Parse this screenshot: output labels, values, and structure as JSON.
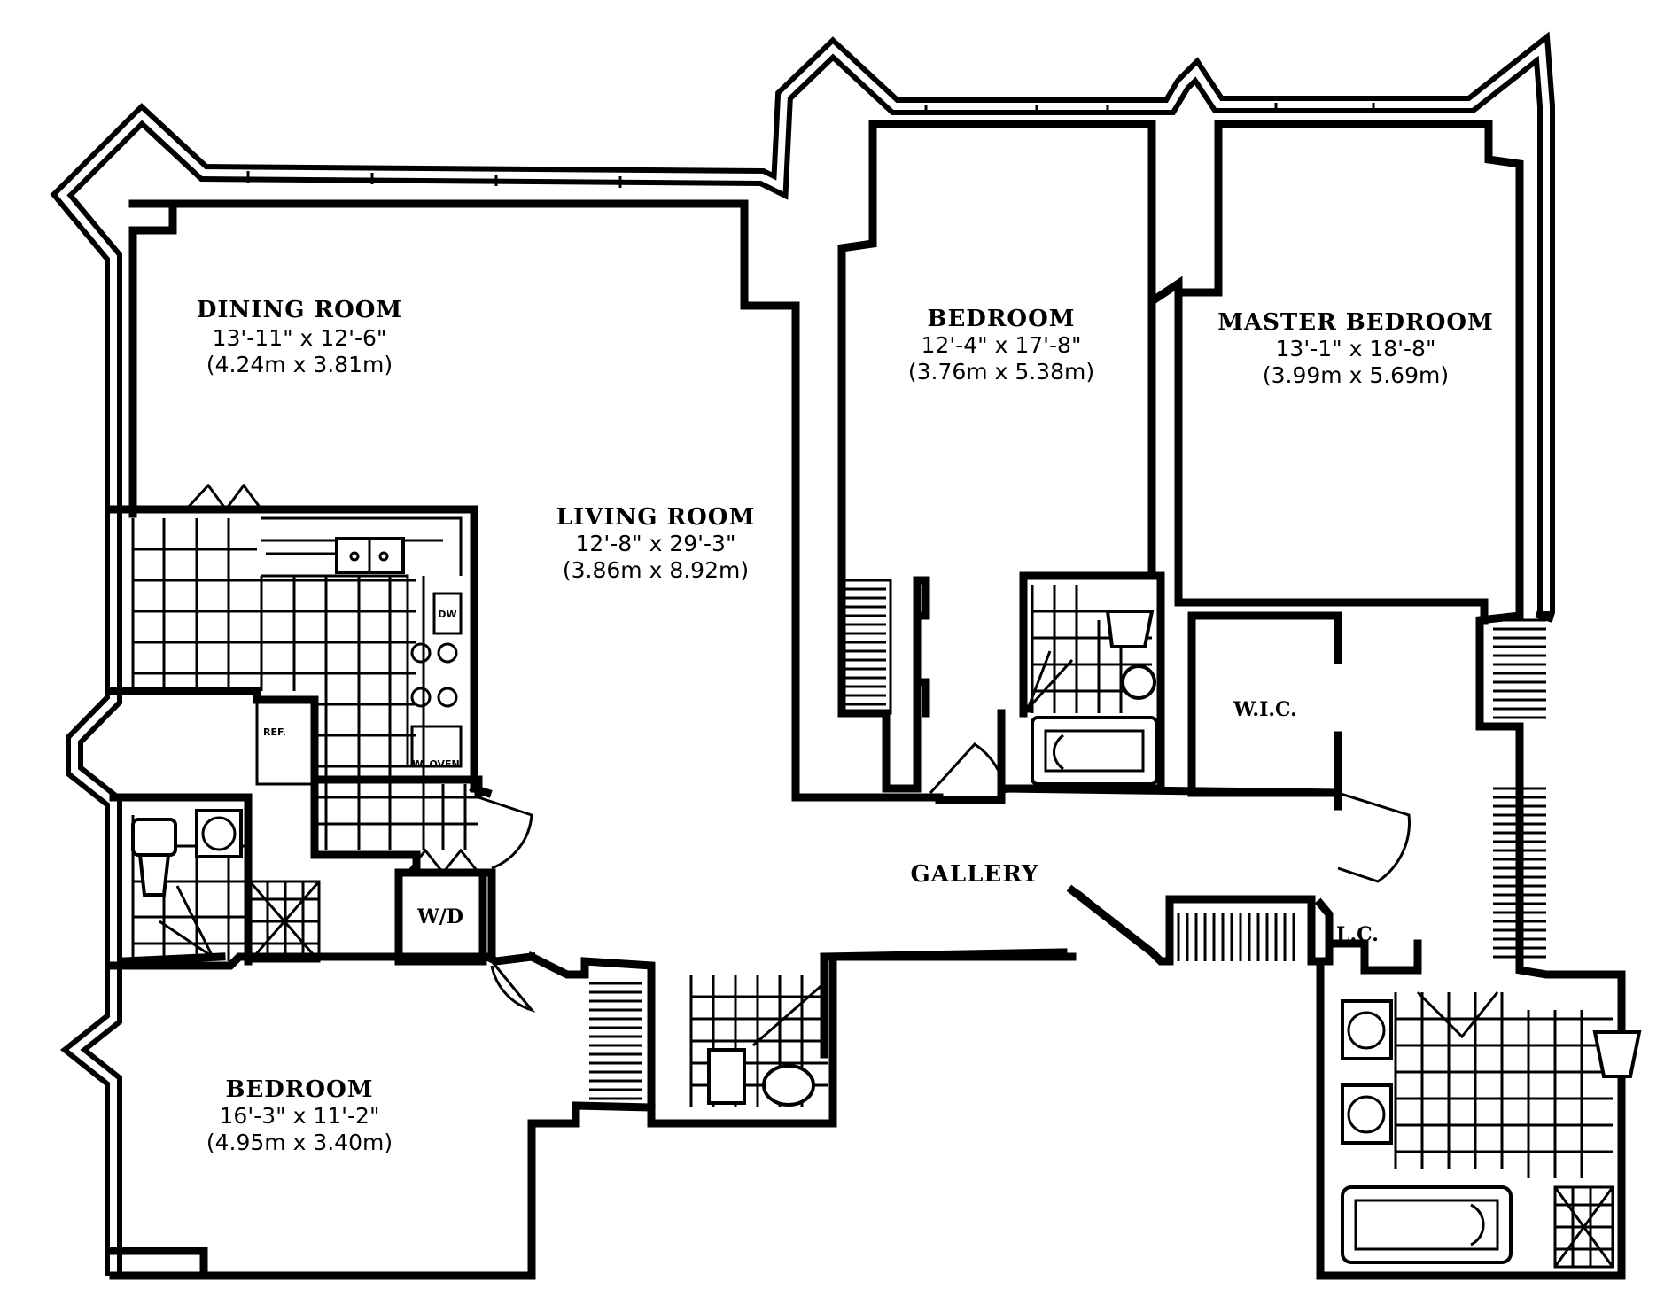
{
  "rooms": {
    "dining": {
      "name": "DINING ROOM",
      "dim_imperial": "13'-11\" x 12'-6\"",
      "dim_metric": "(4.24m x 3.81m)"
    },
    "living": {
      "name": "LIVING ROOM",
      "dim_imperial": "12'-8\" x 29'-3\"",
      "dim_metric": "(3.86m x 8.92m)"
    },
    "bedroom_north": {
      "name": "BEDROOM",
      "dim_imperial": "12'-4\" x 17'-8\"",
      "dim_metric": "(3.76m x 5.38m)"
    },
    "master_bedroom": {
      "name": "MASTER BEDROOM",
      "dim_imperial": "13'-1\" x 18'-8\"",
      "dim_metric": "(3.99m x 5.69m)"
    },
    "bedroom_south": {
      "name": "BEDROOM",
      "dim_imperial": "16'-3\" x 11'-2\"",
      "dim_metric": "(4.95m x 3.40m)"
    },
    "gallery": {
      "name": "GALLERY"
    }
  },
  "labels": {
    "wic": "W.I.C.",
    "lc": "L.C.",
    "wd": "W/D",
    "dw": "DW",
    "ref": "REF.",
    "wo": "W. OVEN"
  }
}
